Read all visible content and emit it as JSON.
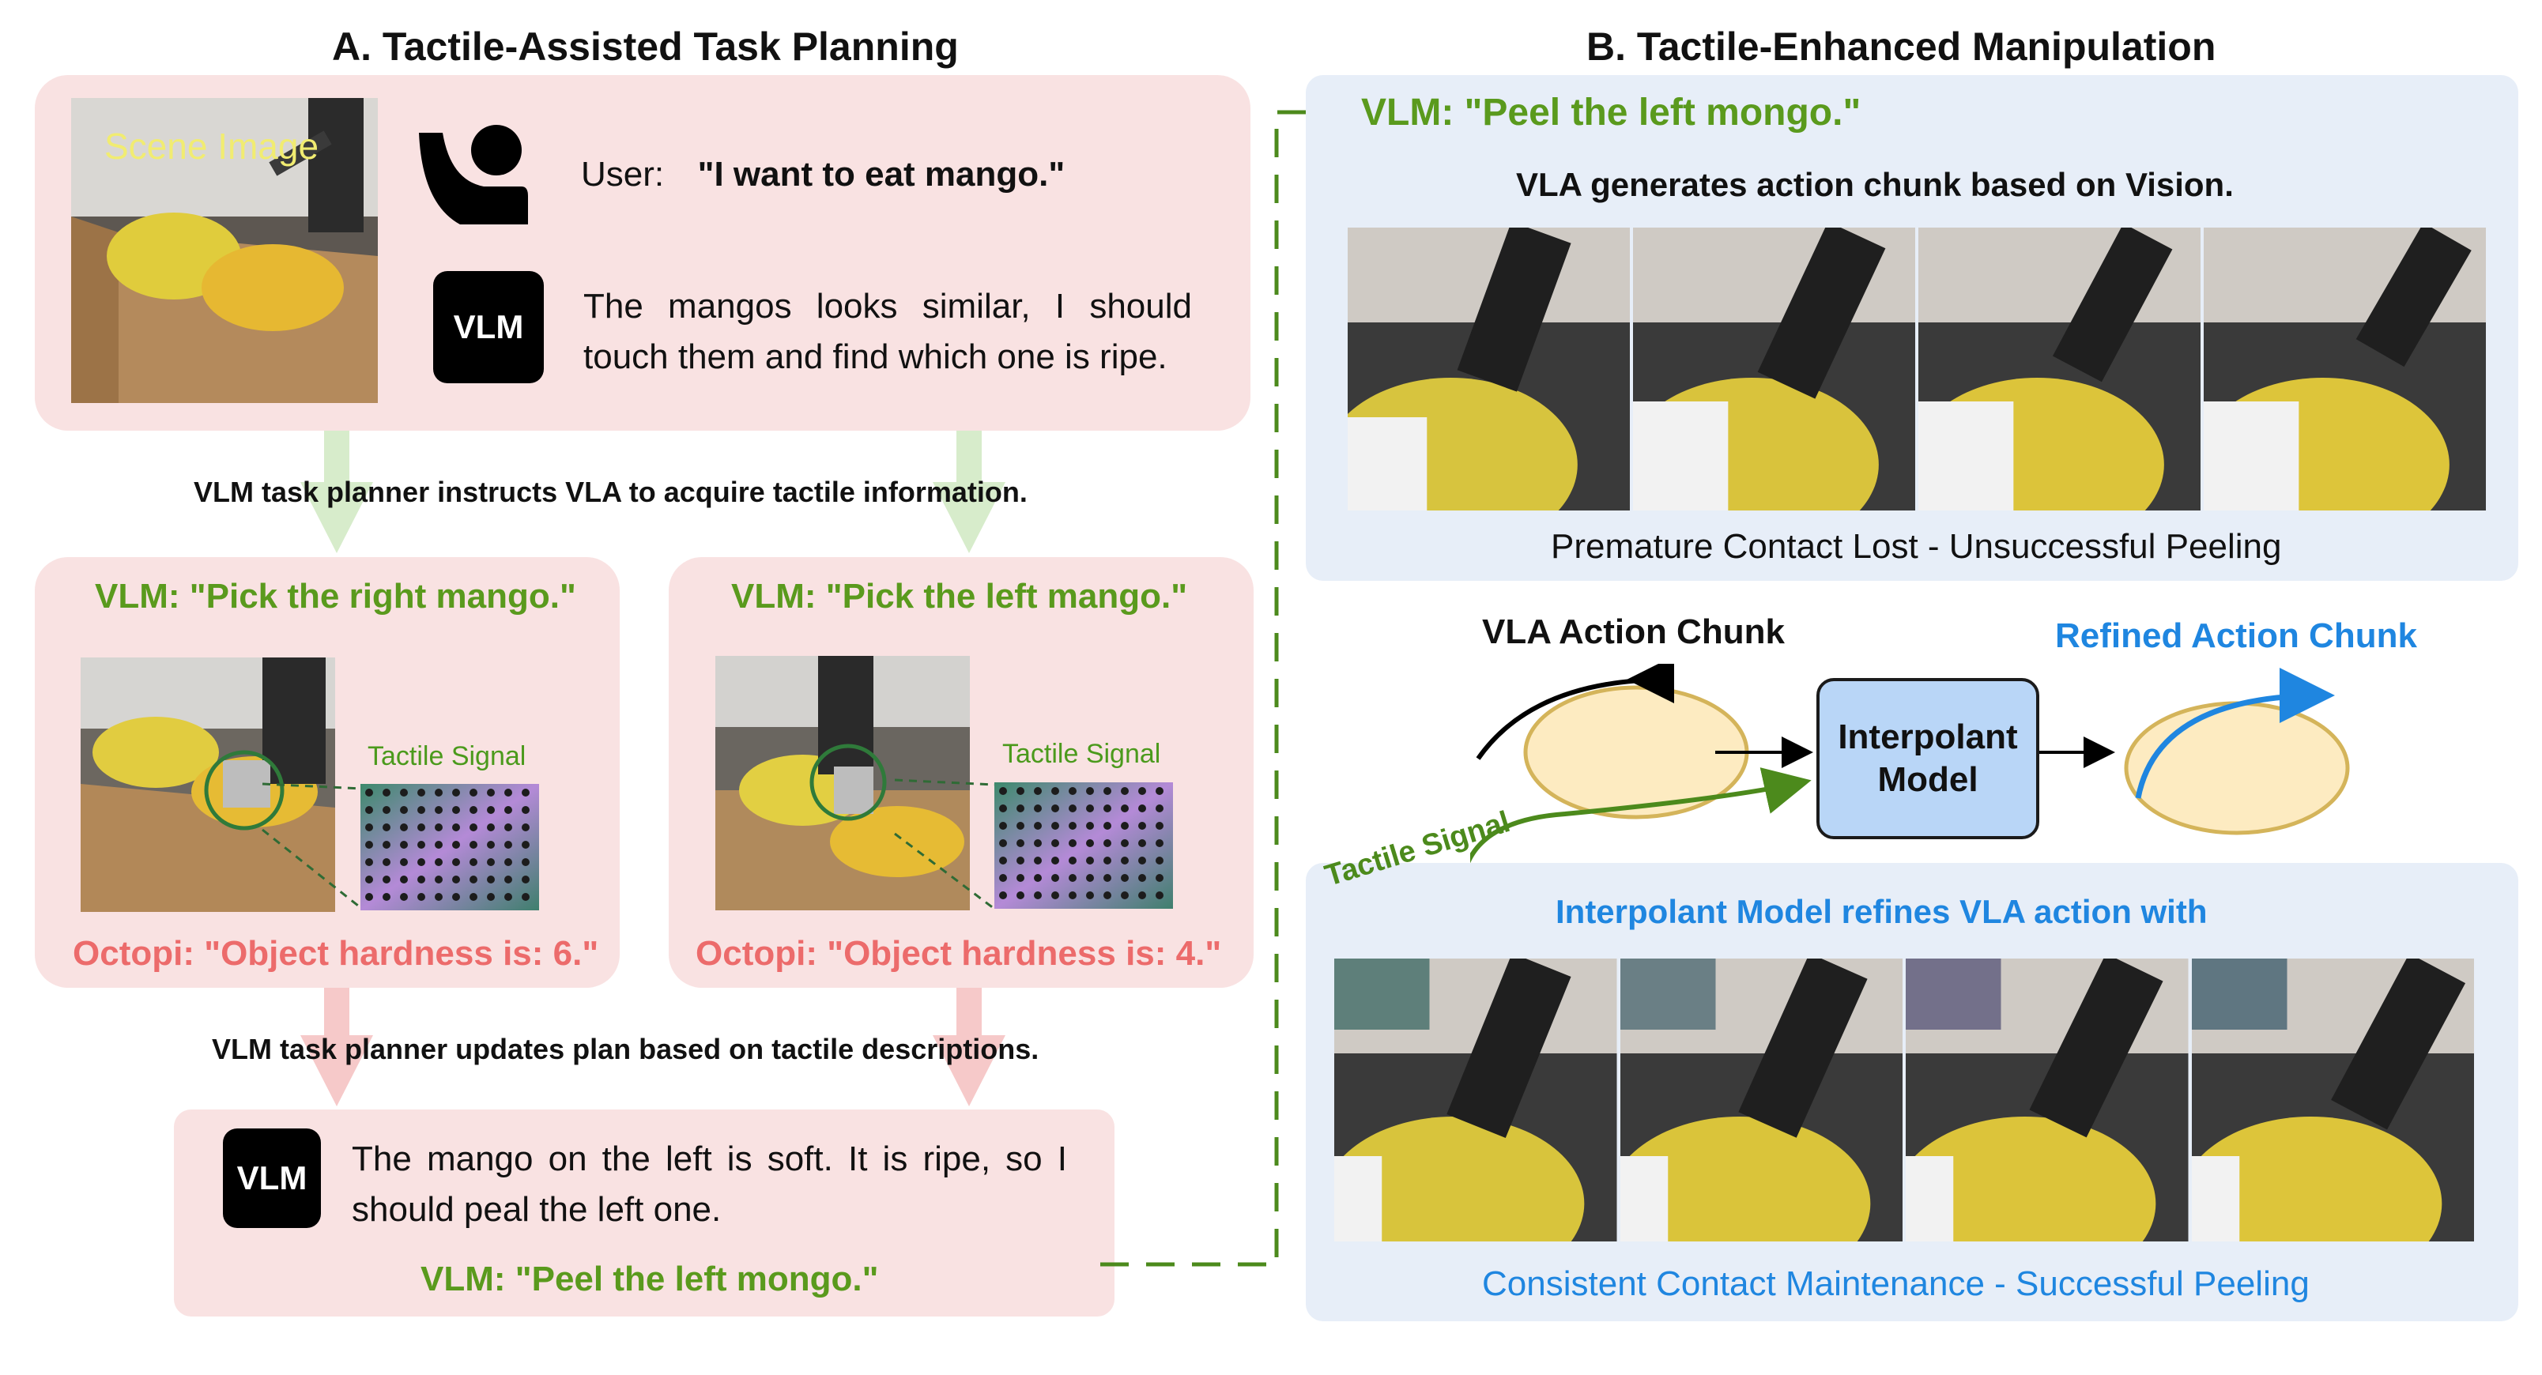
{
  "section_a": {
    "title": "A. Tactile-Assisted Task Planning",
    "scene_label": "Scene Image",
    "user_prefix": "User:",
    "user_quote": "\"I want to eat mango.\"",
    "vlm_badge": "VLM",
    "vlm_thought": "The mangos looks similar, I should touch them and find which one is ripe.",
    "instruct_caption": "VLM task planner instructs VLA to acquire tactile information.",
    "right_card": {
      "command": "VLM: \"Pick the right mango.\"",
      "tactile_label": "Tactile Signal",
      "octopi": "Octopi: \"Object hardness is: 6.\""
    },
    "left_card": {
      "command": "VLM: \"Pick the left mango.\"",
      "tactile_label": "Tactile Signal",
      "octopi": "Octopi: \"Object hardness is: 4.\""
    },
    "update_caption": "VLM task planner updates plan based on tactile descriptions.",
    "final_thought": "The mango on the left is soft. It is ripe, so I should peal the left one.",
    "final_command": "VLM: \"Peel the left mongo.\""
  },
  "section_b": {
    "title": "B. Tactile-Enhanced Manipulation",
    "command": "VLM: \"Peel the left mongo.\"",
    "vla_caption": "VLA generates action chunk based on Vision.",
    "fail_caption": "Premature Contact Lost - Unsuccessful Peeling",
    "vla_chunk_label": "VLA Action Chunk",
    "refined_chunk_label": "Refined Action Chunk",
    "model_label_line1": "Interpolant",
    "model_label_line2": "Model",
    "tactile_signal_label": "Tactile Signal",
    "refine_caption": "Interpolant Model refines VLA action with",
    "success_caption": "Consistent Contact Maintenance - Successful Peeling"
  },
  "colors": {
    "green": "#5a9a1d",
    "red": "#ec6b6b",
    "blue": "#1f86e0",
    "panel_pink": "#f9e2e2",
    "panel_blue": "#e7eef8",
    "model_box": "#b9d6f7",
    "ellipse_fill": "#fdebc1",
    "ellipse_stroke": "#d4b45a"
  },
  "icons": [
    "user-icon",
    "robot-photo",
    "tactile-grid"
  ]
}
